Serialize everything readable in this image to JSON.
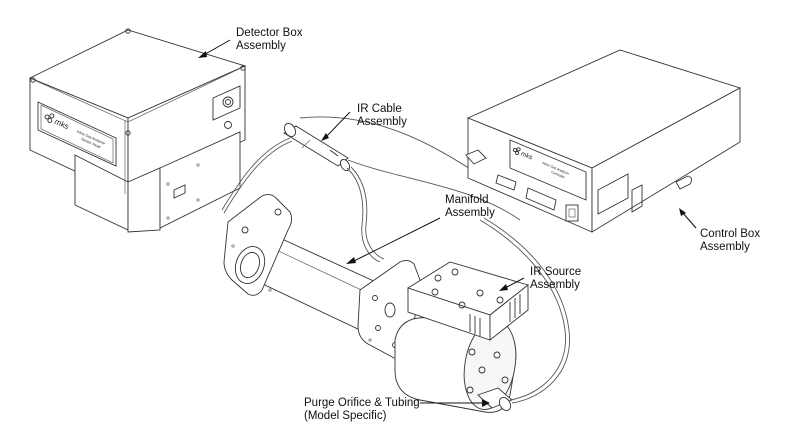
{
  "diagram": {
    "title": "Inline Gas Analyzer System Components",
    "brand": "mks",
    "components": [
      {
        "id": "detector-box",
        "label_lines": [
          "Detector Box",
          "Assembly"
        ],
        "panel_text": [
          "Inline Gas Analyzer",
          "Sensor Head"
        ]
      },
      {
        "id": "ir-cable",
        "label_lines": [
          "IR Cable",
          "Assembly"
        ]
      },
      {
        "id": "manifold",
        "label_lines": [
          "Manifold",
          "Assembly"
        ]
      },
      {
        "id": "control-box",
        "label_lines": [
          "Control Box",
          "Assembly"
        ],
        "panel_text": [
          "Inline Gas Analyzer",
          "Controller"
        ]
      },
      {
        "id": "ir-source",
        "label_lines": [
          "IR Source",
          "Assembly"
        ]
      },
      {
        "id": "purge-orifice",
        "label_lines": [
          "Purge Orifice & Tubing",
          "(Model Specific)"
        ]
      }
    ],
    "colors": {
      "line": "#333333",
      "text": "#111111",
      "background": "#ffffff"
    }
  }
}
